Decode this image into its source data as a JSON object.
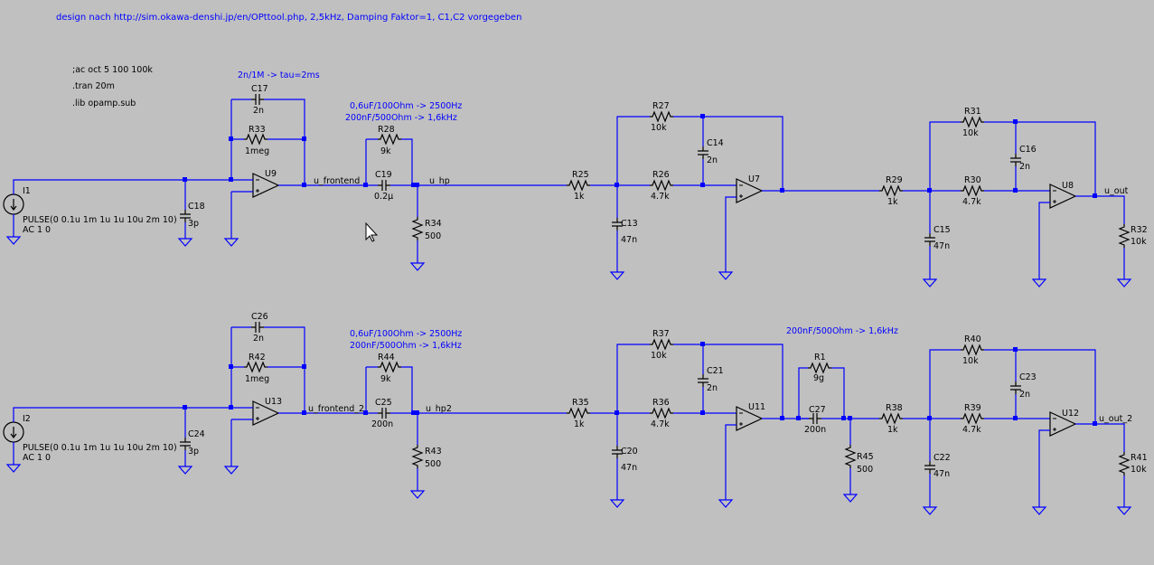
{
  "header_text": "design nach http://sim.okawa-denshi.jp/en/OPttool.php, 2,5kHz, Damping Faktor=1, C1,C2 vorgegeben",
  "directives": [
    ";ac oct 5 100 100k",
    ".tran 20m",
    ".lib opamp.sub"
  ],
  "comments": {
    "tau": "2n/1M -> tau=2ms",
    "hp1_line1": "0,6uF/100Ohm -> 2500Hz",
    "hp1_line2": "200nF/500Ohm -> 1,6kHz",
    "hp2_line1": "0,6uF/100Ohm -> 2500Hz",
    "hp2_line2": "200nF/500Ohm -> 1,6kHz",
    "hp3": "200nF/500Ohm -> 1,6kHz"
  },
  "sources": {
    "I1": {
      "name": "I1",
      "value": "PULSE(0 0.1u 1m 1u 1u 10u 2m 10)",
      "ac": "AC 1 0"
    },
    "I2": {
      "name": "I2",
      "value": "PULSE(0 0.1u 1m 1u 1u 10u 2m 10)",
      "ac": "AC 1 0"
    }
  },
  "opamps": {
    "U9": "U9",
    "U7": "U7",
    "U8": "U8",
    "U13": "U13",
    "U11": "U11",
    "U12": "U12"
  },
  "nets": {
    "u_frontend": "u_frontend",
    "u_hp": "u_hp",
    "u_out": "u_out",
    "u_frontend_2": "u_frontend_2",
    "u_hp2": "u_hp2",
    "u_out_2": "u_out_2"
  },
  "components": {
    "C17": {
      "name": "C17",
      "value": "2n"
    },
    "R33": {
      "name": "R33",
      "value": "1meg"
    },
    "C18": {
      "name": "C18",
      "value": "3p"
    },
    "R28": {
      "name": "R28",
      "value": "9k"
    },
    "C19": {
      "name": "C19",
      "value": "0.2µ"
    },
    "R34": {
      "name": "R34",
      "value": "500"
    },
    "R25": {
      "name": "R25",
      "value": "1k"
    },
    "R27": {
      "name": "R27",
      "value": "10k"
    },
    "C14": {
      "name": "C14",
      "value": "2n"
    },
    "R26": {
      "name": "R26",
      "value": "4.7k"
    },
    "C13": {
      "name": "C13",
      "value": "47n"
    },
    "R29": {
      "name": "R29",
      "value": "1k"
    },
    "R31": {
      "name": "R31",
      "value": "10k"
    },
    "C16": {
      "name": "C16",
      "value": "2n"
    },
    "R30": {
      "name": "R30",
      "value": "4.7k"
    },
    "C15": {
      "name": "C15",
      "value": "47n"
    },
    "R32": {
      "name": "R32",
      "value": "10k"
    },
    "C26": {
      "name": "C26",
      "value": "2n"
    },
    "R42": {
      "name": "R42",
      "value": "1meg"
    },
    "C24": {
      "name": "C24",
      "value": "3p"
    },
    "R44": {
      "name": "R44",
      "value": "9k"
    },
    "C25": {
      "name": "C25",
      "value": "200n"
    },
    "R43": {
      "name": "R43",
      "value": "500"
    },
    "R35": {
      "name": "R35",
      "value": "1k"
    },
    "R37": {
      "name": "R37",
      "value": "10k"
    },
    "C21": {
      "name": "C21",
      "value": "2n"
    },
    "R36": {
      "name": "R36",
      "value": "4.7k"
    },
    "C20": {
      "name": "C20",
      "value": "47n"
    },
    "R1": {
      "name": "R1",
      "value": "9g"
    },
    "C27": {
      "name": "C27",
      "value": "200n"
    },
    "R45": {
      "name": "R45",
      "value": "500"
    },
    "R38": {
      "name": "R38",
      "value": "1k"
    },
    "R40": {
      "name": "R40",
      "value": "10k"
    },
    "C23": {
      "name": "C23",
      "value": "2n"
    },
    "R39": {
      "name": "R39",
      "value": "4.7k"
    },
    "C22": {
      "name": "C22",
      "value": "47n"
    },
    "R41": {
      "name": "R41",
      "value": "10k"
    }
  }
}
